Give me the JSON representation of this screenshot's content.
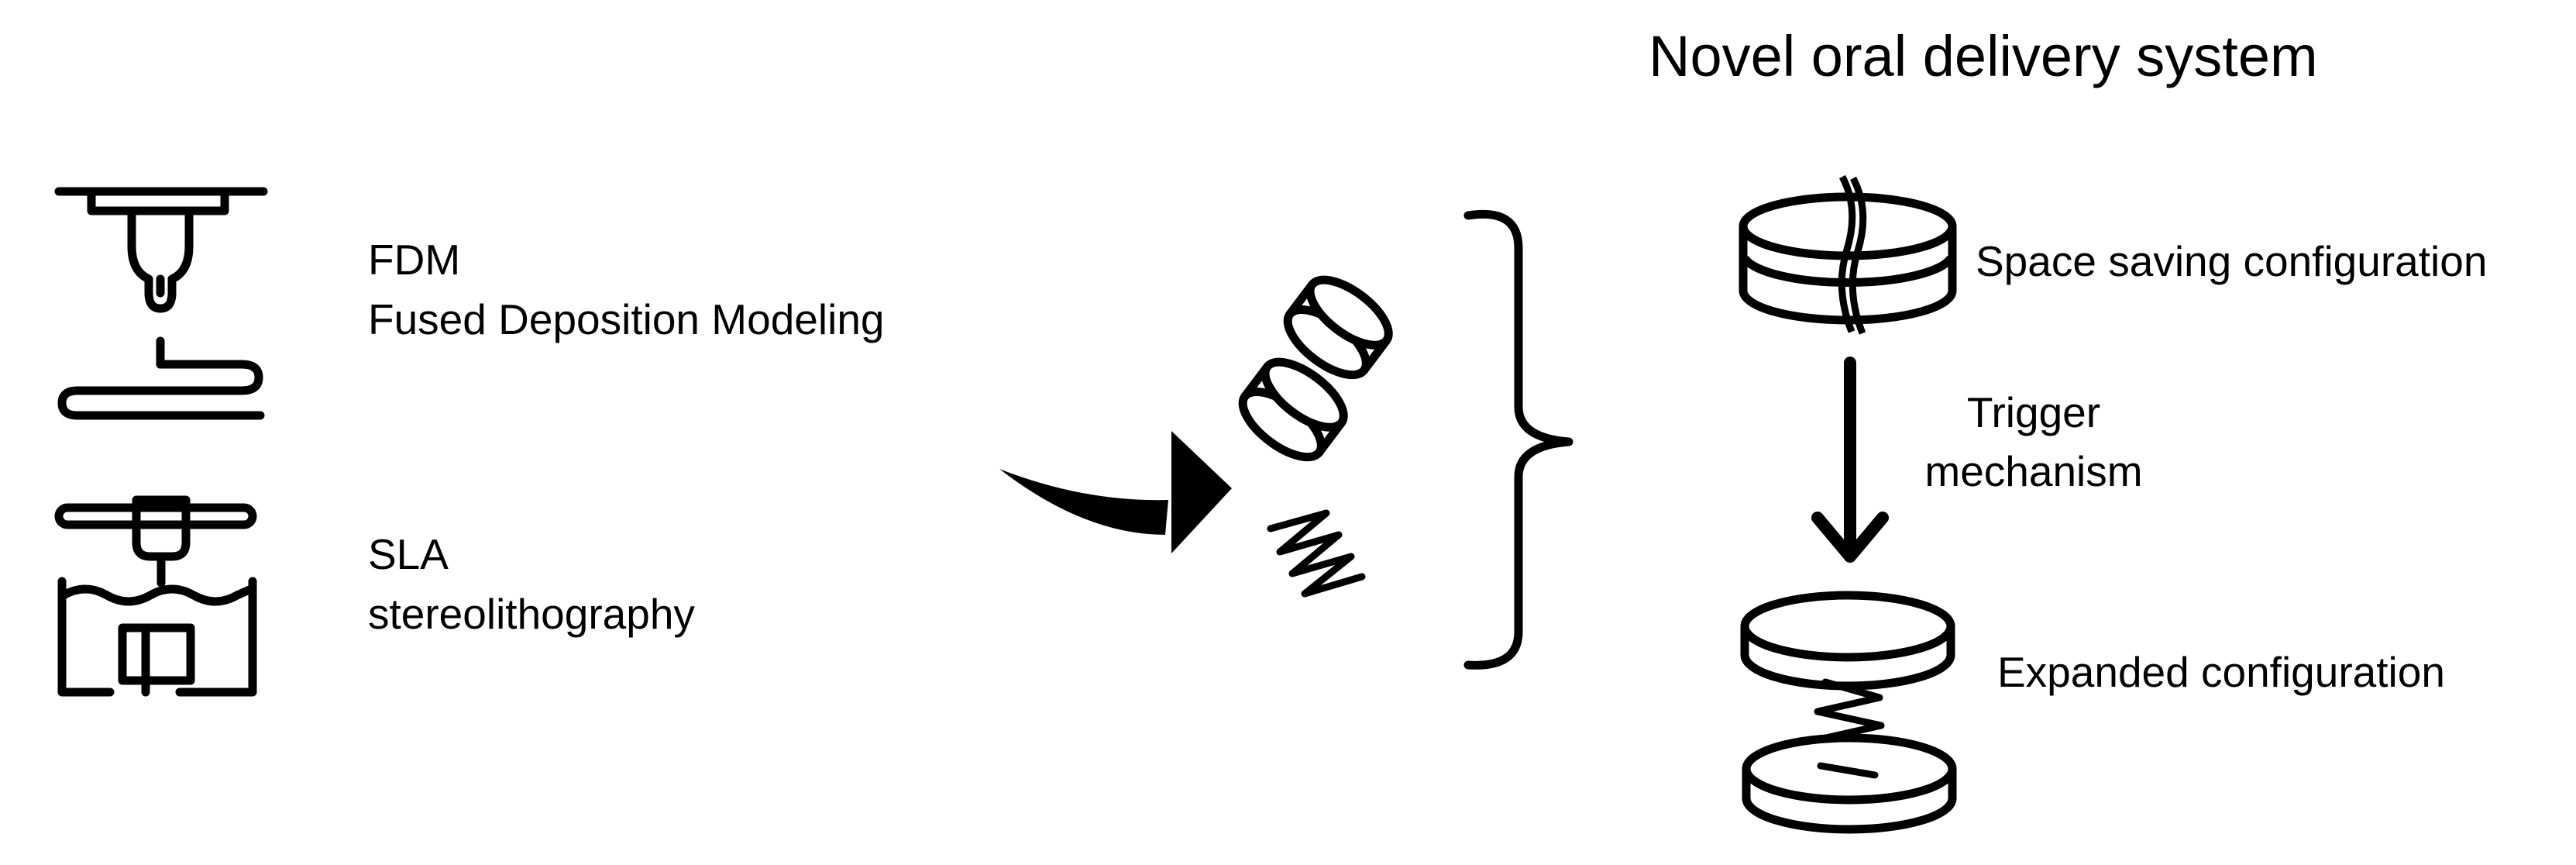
{
  "title": "Novel oral delivery system",
  "methods": [
    {
      "abbreviation": "FDM",
      "full_name": "Fused Deposition Modeling",
      "icon": "fdm-printer-icon"
    },
    {
      "abbreviation": "SLA",
      "full_name": "stereolithography",
      "icon": "sla-printer-icon"
    }
  ],
  "configurations": {
    "compressed": "Space saving configuration",
    "trigger": [
      "Trigger",
      "mechanism"
    ],
    "expanded": "Expanded configuration"
  },
  "colors": {
    "ink": "#000000",
    "background": "#ffffff"
  }
}
